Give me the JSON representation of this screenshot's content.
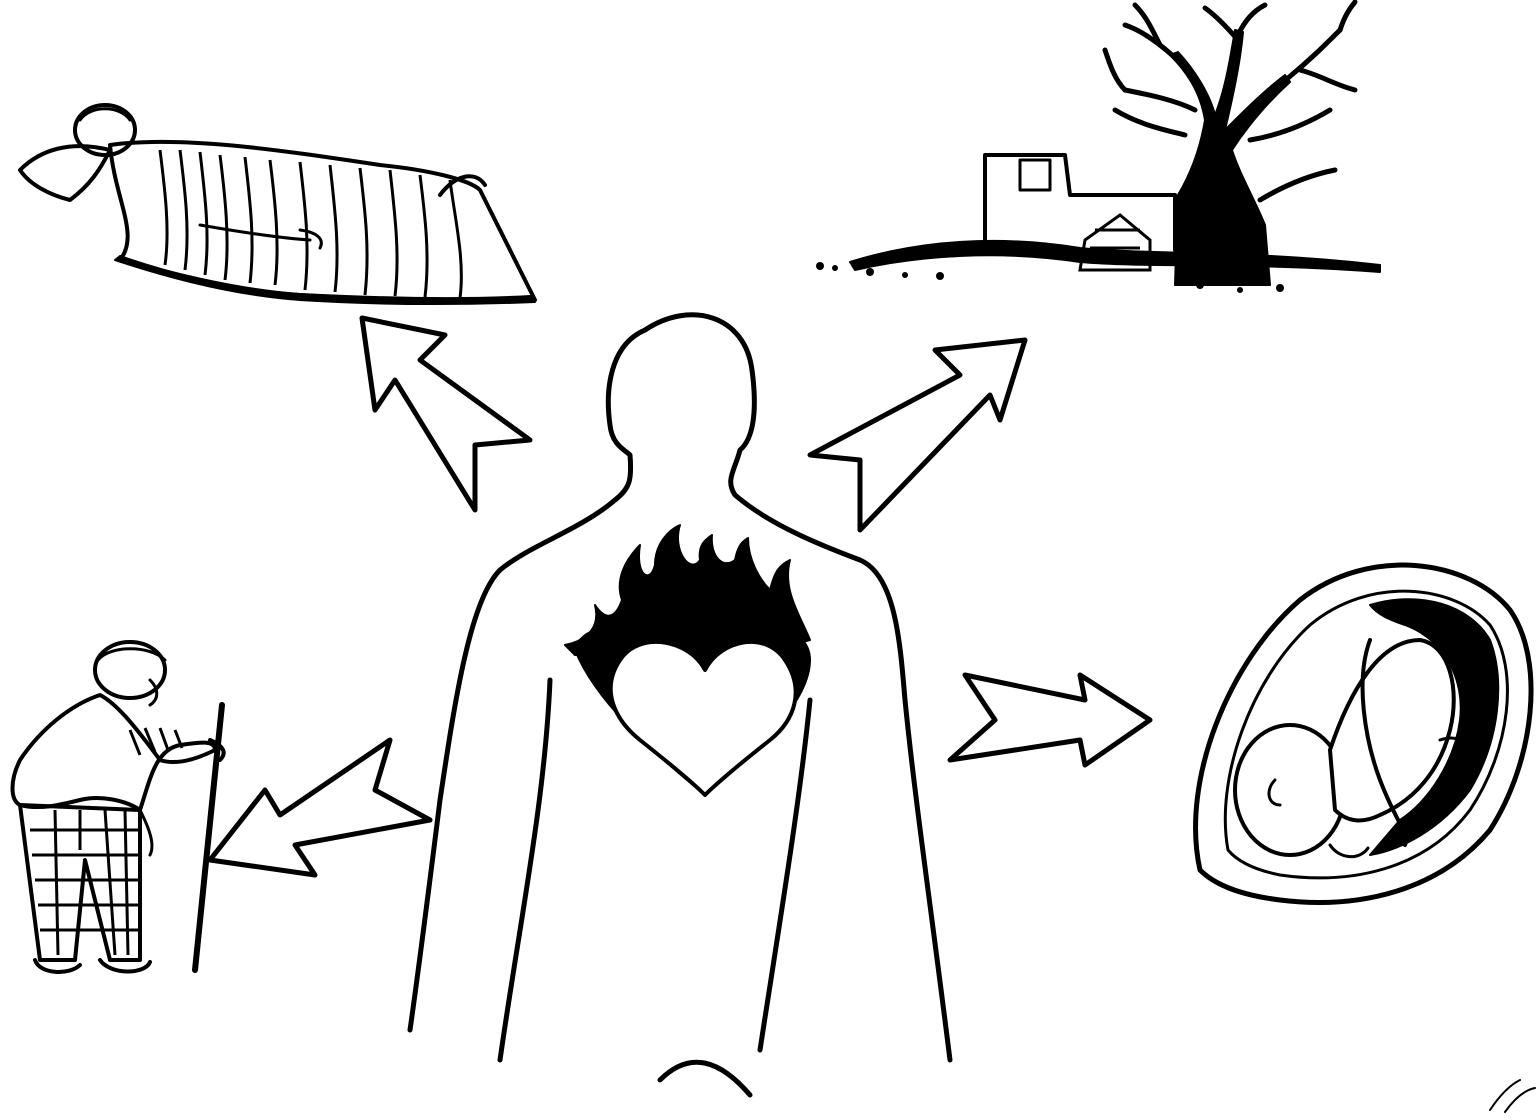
{
  "illustration": {
    "style": "black ink line drawing on white",
    "ink_color": "#000000",
    "paper_color": "#ffffff",
    "center": "person-silhouette-with-flaming-heart",
    "scenes": [
      {
        "name": "sick-person-lying-in-bed",
        "arrow_direction": "up-left"
      },
      {
        "name": "grave-with-bare-tree",
        "arrow_direction": "up-right"
      },
      {
        "name": "elderly-person-with-walking-stick",
        "arrow_direction": "down-left"
      },
      {
        "name": "fetus-in-womb",
        "arrow_direction": "right"
      }
    ]
  }
}
